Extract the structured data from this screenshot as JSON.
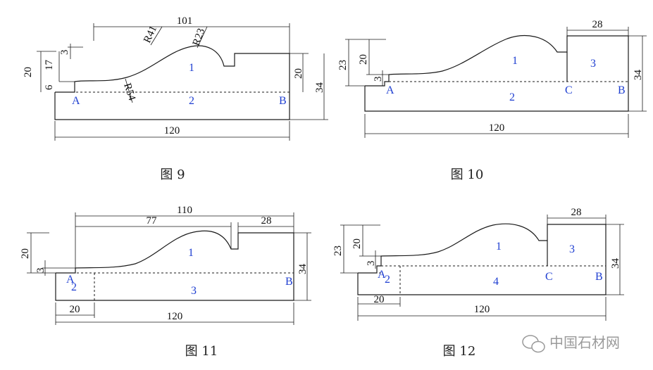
{
  "figures": [
    {
      "caption": "图 9",
      "dims": {
        "top": "101",
        "r41": "R41",
        "r23": "R23",
        "r54": "R54",
        "d3": "3",
        "d17": "17",
        "d20l": "20",
        "d6": "6",
        "d20r": "20",
        "d34": "34",
        "bottom": "120"
      },
      "labels": {
        "n1": "1",
        "n2": "2",
        "a": "A",
        "b": "B"
      }
    },
    {
      "caption": "图 10",
      "dims": {
        "w28": "28",
        "d23": "23",
        "d20": "20",
        "d3": "3",
        "d34": "34",
        "bottom": "120"
      },
      "labels": {
        "n1": "1",
        "n2": "2",
        "n3": "3",
        "a": "A",
        "b": "B",
        "c": "C"
      }
    },
    {
      "caption": "图 11",
      "dims": {
        "w110": "110",
        "w77": "77",
        "w28": "28",
        "d20": "20",
        "d3": "3",
        "d34": "34",
        "w20": "20",
        "bottom": "120"
      },
      "labels": {
        "n1": "1",
        "n2": "2",
        "n3": "3",
        "a": "A",
        "b": "B"
      }
    },
    {
      "caption": "图 12",
      "dims": {
        "w28": "28",
        "d23": "23",
        "d20": "20",
        "d3": "3",
        "d34": "34",
        "w20": "20",
        "bottom": "120"
      },
      "labels": {
        "n1": "1",
        "n2": "2",
        "n3": "3",
        "n4": "4",
        "a": "A",
        "b": "B",
        "c": "C"
      }
    }
  ],
  "watermark": "中国石材网"
}
